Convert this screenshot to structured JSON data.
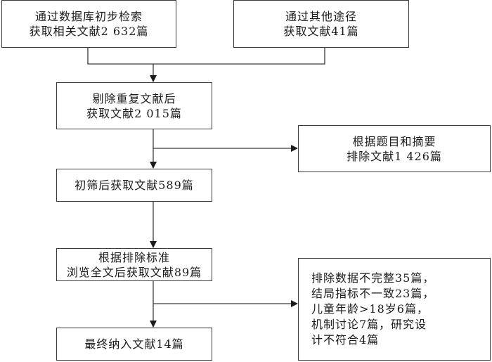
{
  "flowchart": {
    "boxes": {
      "database_search": {
        "lines": [
          "通过数据库初步检索",
          "获取相关文献2 632篇"
        ]
      },
      "other_sources": {
        "lines": [
          "通过其他途径",
          "获取文献41篇"
        ]
      },
      "after_dedup": {
        "lines": [
          "剔除重复文献后",
          "获取文献2 015篇"
        ]
      },
      "excluded_title_abstract": {
        "lines": [
          "根据题目和摘要",
          "排除文献1 426篇"
        ]
      },
      "after_initial_screen": {
        "lines": [
          "初筛后获取文献589篇"
        ]
      },
      "full_text_review": {
        "lines": [
          "根据排除标准",
          "浏览全文后获取文献89篇"
        ]
      },
      "excluded_full_text": {
        "lines": [
          "排除数据不完整35篇，",
          "结局指标不一致23篇，",
          "儿童年龄>18岁6篇，",
          "机制讨论7篇，研究设",
          "计不符合4篇"
        ]
      },
      "final_included": {
        "lines": [
          "最终纳入文献14篇"
        ]
      }
    },
    "colors": {
      "line": "#3a3a3a",
      "border": "#3a3a3a",
      "background": "#ffffff"
    }
  }
}
